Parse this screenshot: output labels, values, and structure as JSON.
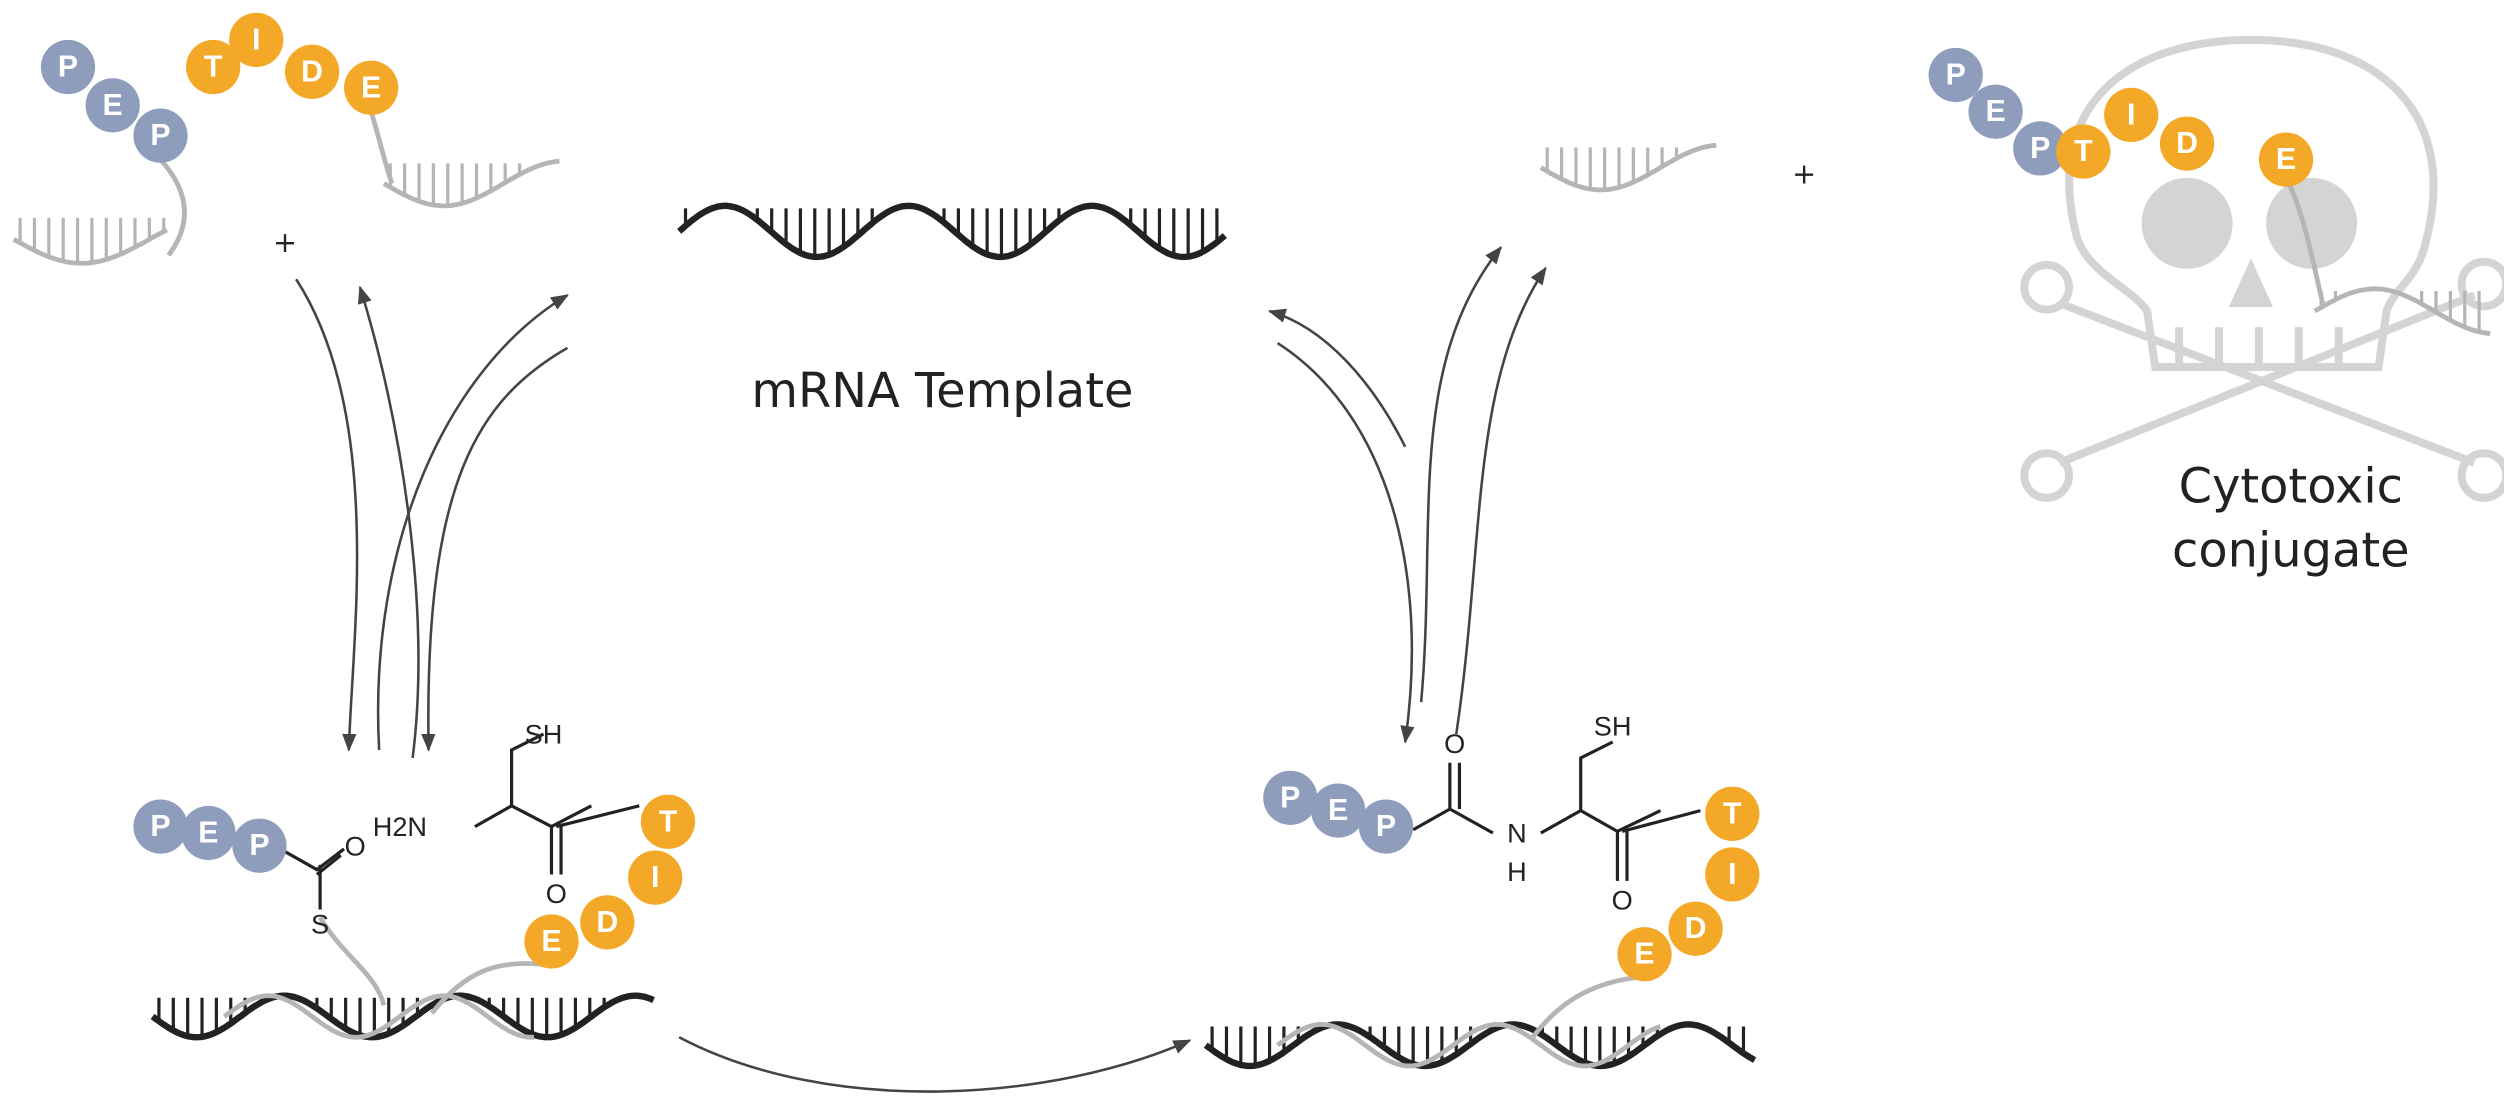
{
  "labels": {
    "template": "mRNA Template",
    "cytotoxic_line1": "Cytotoxic",
    "cytotoxic_line2": "conjugate",
    "plus": "+"
  },
  "peptide": {
    "prefix": [
      "P",
      "E",
      "P"
    ],
    "suffix": [
      "T",
      "I",
      "D",
      "E"
    ]
  },
  "chem": {
    "sh": "SH",
    "h2n": "H2N",
    "o": "O",
    "s": "S",
    "n": "N",
    "h": "H"
  },
  "colors": {
    "prefix": "#8e9dbc",
    "suffix": "#f3a828",
    "dark_strand": "#222222",
    "light_strand": "#b5b5b5",
    "arrow": "#444444"
  }
}
